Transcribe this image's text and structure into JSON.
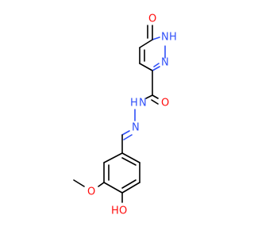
{
  "colors": {
    "carbon": "#000000",
    "nitrogen": "#3050F8",
    "oxygen": "#FF0D0D",
    "background": "#ffffff"
  },
  "atoms": {
    "o_ketone": "O",
    "nh_ring": "N",
    "h_ring": "H",
    "n_ring": "N",
    "o_amide": "O",
    "n_hydrazide": "N",
    "h_hydrazide": "H",
    "n_imine": "N",
    "o_methoxy": "O",
    "o_hydroxyl": "O",
    "h_hydroxyl": "H"
  }
}
